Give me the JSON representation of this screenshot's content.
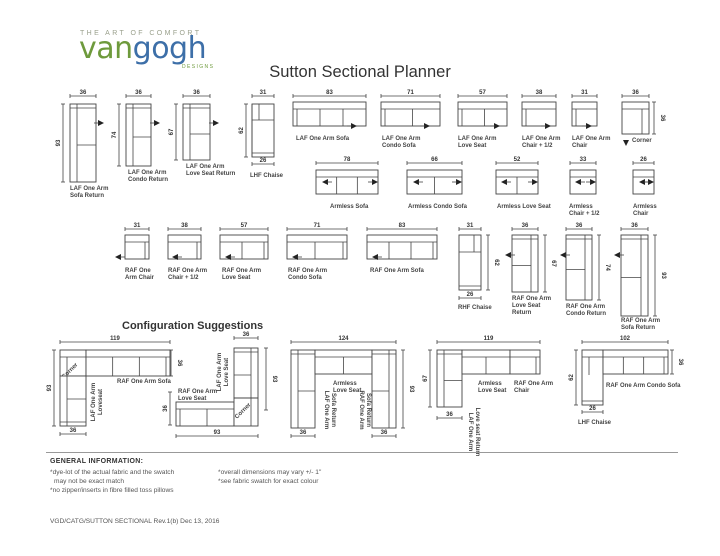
{
  "brand": {
    "tagline": "THE ART OF COMFORT",
    "name_part1": "van",
    "name_part2": "gogh",
    "sub": "DESIGNS",
    "brand_green": "#6e9a3c",
    "brand_blue": "#3d6fa8"
  },
  "title": "Sutton Sectional Planner",
  "pieces_row1": [
    {
      "name": "LAF One Arm Sofa Return",
      "dims": [
        "36",
        "93"
      ]
    },
    {
      "name": "LAF One Arm Condo Return",
      "dims": [
        "36",
        "74"
      ]
    },
    {
      "name": "LAF One Arm Love Seat Return",
      "dims": [
        "36",
        "67"
      ]
    },
    {
      "name": "LHF Chaise",
      "dims": [
        "31",
        "62",
        "26"
      ]
    },
    {
      "name": "LAF One Arm Sofa",
      "dims": [
        "83"
      ]
    },
    {
      "name": "LAF One Arm Condo Sofa",
      "dims": [
        "71"
      ]
    },
    {
      "name": "LAF One Arm Love Seat",
      "dims": [
        "57"
      ]
    },
    {
      "name": "LAF One Arm Chair + 1/2",
      "dims": [
        "38"
      ]
    },
    {
      "name": "LAF One Arm Chair",
      "dims": [
        "31"
      ]
    },
    {
      "name": "Corner",
      "dims": [
        "36",
        "36"
      ]
    }
  ],
  "pieces_row2": [
    {
      "name": "Armless Sofa",
      "dims": [
        "78"
      ]
    },
    {
      "name": "Armless Condo Sofa",
      "dims": [
        "66"
      ]
    },
    {
      "name": "Armless Love Seat",
      "dims": [
        "52"
      ]
    },
    {
      "name": "Armless Chair + 1/2",
      "dims": [
        "33"
      ]
    },
    {
      "name": "Armless Chair",
      "dims": [
        "26"
      ]
    }
  ],
  "pieces_row3": [
    {
      "name": "RAF One Arm Chair",
      "dims": [
        "31"
      ]
    },
    {
      "name": "RAF One Arm Chair + 1/2",
      "dims": [
        "38"
      ]
    },
    {
      "name": "RAF One Arm Love Seat",
      "dims": [
        "57"
      ]
    },
    {
      "name": "RAF One Arm Condo Sofa",
      "dims": [
        "71"
      ]
    },
    {
      "name": "RAF One Arm Sofa",
      "dims": [
        "83"
      ]
    },
    {
      "name": "RHF Chaise",
      "dims": [
        "31",
        "62",
        "26"
      ]
    },
    {
      "name": "RAF One Arm Love Seat Return",
      "dims": [
        "36",
        "67"
      ]
    },
    {
      "name": "RAF One Arm Condo Return",
      "dims": [
        "36",
        "74"
      ]
    },
    {
      "name": "RAF One Arm Sofa Return",
      "dims": [
        "36",
        "93"
      ]
    }
  ],
  "config_title": "Configuration Suggestions",
  "configs": [
    {
      "labels": [
        "Corner",
        "RAF One Arm Sofa",
        "LAF One Arm Loveseat"
      ],
      "dims": [
        "119",
        "36",
        "93",
        "36"
      ]
    },
    {
      "labels": [
        "LAF One Arm Love Seat",
        "RAF One Arm Love Seat",
        "Corner"
      ],
      "dims": [
        "36",
        "93",
        "36",
        "93"
      ]
    },
    {
      "labels": [
        "Armless Love Seat",
        "LAF One Arm Sofa Return",
        "RAF One Arm Sofa Return"
      ],
      "dims": [
        "124",
        "93",
        "36",
        "36"
      ]
    },
    {
      "labels": [
        "Armless Love Seat",
        "RAF One Arm Chair",
        "LAF One Arm Love seat Return"
      ],
      "dims": [
        "119",
        "67",
        "36"
      ]
    },
    {
      "labels": [
        "RAF One Arm Condo Sofa",
        "LHF Chaise"
      ],
      "dims": [
        "102",
        "62",
        "36",
        "26"
      ]
    }
  ],
  "general": {
    "title": "GENERAL INFORMATION:",
    "left_lines": [
      "*dye-lot of the actual fabric and the swatch",
      "may not be exact match",
      "*no zipper/inserts in fibre filled toss pillows"
    ],
    "right_lines": [
      "*overall dimensions may vary +/- 1\"",
      "*see fabric swatch for exact colour"
    ]
  },
  "revision": "VGD/CATG/SUTTON SECTIONAL Rev.1(b) Dec 13, 2016"
}
